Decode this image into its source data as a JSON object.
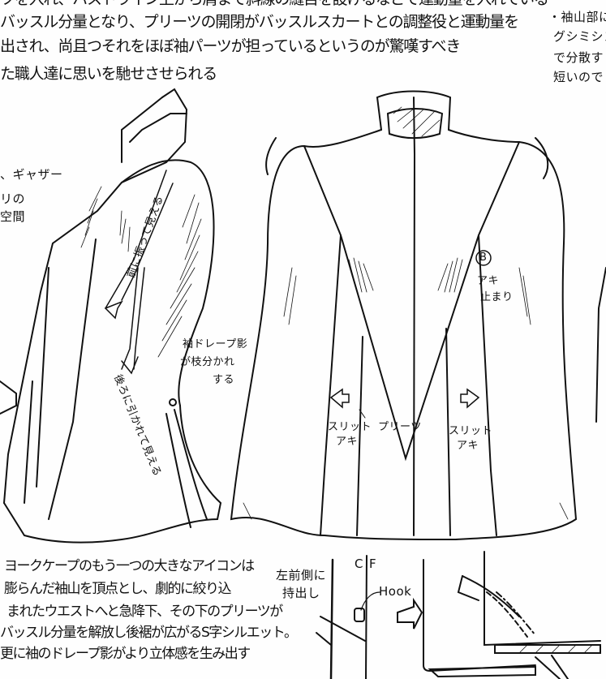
{
  "top_text": {
    "lines": [
      "ツを入れ、バストライン上から肩まで斜線の縫目を設けるなどで運動量を入れている",
      "バッスル分量となり、プリーツの開閉がバッスルスカートとの調整役と運動量を",
      "出され、尚且つそれをほぼ袖パーツが担っているというのが驚嘆すべき",
      "た職人達に思いを馳せさせられる"
    ]
  },
  "right_note": {
    "lines": [
      "・袖山部に",
      "グシミシン",
      "で分散す",
      "短いので"
    ]
  },
  "left_note": {
    "lines": [
      "、ギャザー",
      "リの",
      "空間"
    ]
  },
  "side_view": {
    "arrow_forward_label": "前に振って見える",
    "arrow_back_label": "後ろに引かれて見える",
    "drape_note": [
      "袖ドレープ影",
      "が枝分かれ",
      "する"
    ]
  },
  "front_view": {
    "marker_b": "B",
    "opening_stop": [
      "アキ",
      "止まり"
    ],
    "slit_left": [
      "スリット",
      "アキ"
    ],
    "slit_right": [
      "スリット",
      "アキ"
    ],
    "pleats": "プリーツ"
  },
  "bottom_text": {
    "lines": [
      "ヨークケープのもう一つの大きなアイコンは",
      "膨らんだ袖山を頂点とし、劇的に絞り込",
      "まれたウエストへと急降下、その下のプリーツが",
      "バッスル分量を解放し後裾が広がるS字シルエット。",
      "更に袖のドレープ影がより立体感を生み出す"
    ]
  },
  "detail_diagram": {
    "cf_c": "C",
    "cf_f": "F",
    "hook_label": "Hook",
    "extension_label": [
      "左前側に",
      "持出し"
    ]
  }
}
